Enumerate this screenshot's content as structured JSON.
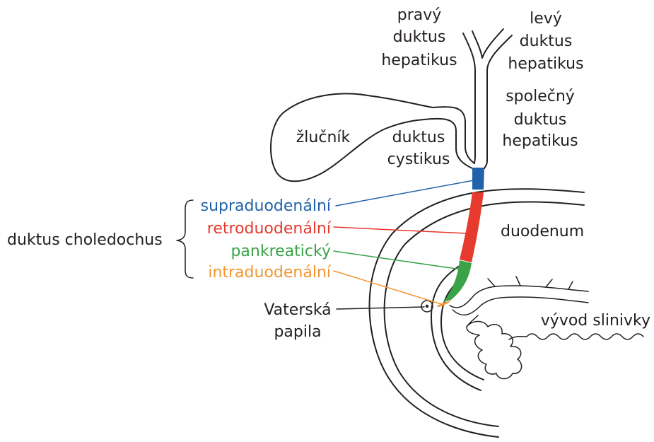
{
  "colors": {
    "ink": "#231f20",
    "background": "#ffffff"
  },
  "labels": {
    "right_hepatic_duct": [
      "pravý",
      "duktus",
      "hepatikus"
    ],
    "left_hepatic_duct": [
      "levý",
      "duktus",
      "hepatikus"
    ],
    "common_hepatic_duct": [
      "společný",
      "duktus",
      "hepatikus"
    ],
    "gallbladder": "žlučník",
    "cystic_duct": [
      "duktus",
      "cystikus"
    ],
    "common_bile_duct": "duktus choledochus",
    "duodenum": "duodenum",
    "vater_papilla": [
      "Vaterská",
      "papila"
    ],
    "pancreatic_duct": "vývod slinivky"
  },
  "choledochus_segments": [
    {
      "label": "supraduodenální",
      "color": "#2162ab"
    },
    {
      "label": "retroduodenální",
      "color": "#e63a2e"
    },
    {
      "label": "pankreatický",
      "color": "#3aa348"
    },
    {
      "label": "intraduodenální",
      "color": "#f39530"
    }
  ]
}
